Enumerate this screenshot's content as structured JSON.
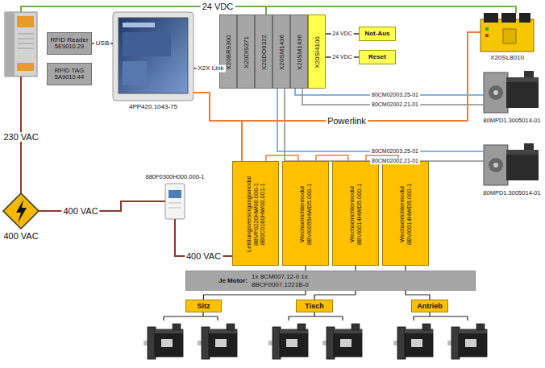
{
  "diagram": {
    "nodes": [
      {
        "text": [
          "RFID Reader",
          "5E9010.29"
        ]
      },
      {
        "text": [
          "RFID TAG",
          "5A9010.44"
        ]
      },
      {
        "text": [
          "4PP420.1043-75"
        ]
      },
      {
        "text": [
          "X20BR9300"
        ]
      },
      {
        "text": [
          "X20DI9371"
        ]
      },
      {
        "text": [
          "X20DO9322"
        ]
      },
      {
        "text": [
          "X20SM1436"
        ]
      },
      {
        "text": [
          "X20SM1436"
        ]
      },
      {
        "text": [
          "X20SI4100"
        ]
      },
      {
        "text": [
          "Not-Aus"
        ]
      },
      {
        "text": [
          "Reset"
        ]
      },
      {
        "text": [
          "X20SL8010"
        ]
      },
      {
        "text": [
          "80MPD1.3005014-01"
        ]
      },
      {
        "text": [
          "80MPD1.3005014-01"
        ]
      },
      {
        "text": [
          "880F0300H000.000-1"
        ]
      },
      {
        "text": [
          "Leistungsversorgungsmodul",
          "8BVP0220HW00.000-1 8B0C0160HW00.001-1"
        ]
      },
      {
        "text": [
          "Wechselrichtermodul",
          "8BVI0055HWD5.000-1"
        ]
      },
      {
        "text": [
          "Wechselrichtermodul",
          "8BVI0014HWD5.000-1"
        ]
      },
      {
        "text": [
          "Wechselrichtermodul",
          "8BVI0014HWD5.000-1"
        ]
      },
      {
        "text": [
          "Je Motor:",
          "1x 8CM007.12-0 1x 8BCF0007.1221B-0"
        ]
      },
      {
        "text": [
          "Sitz"
        ]
      },
      {
        "text": [
          "Tisch"
        ]
      },
      {
        "text": [
          "Antrieb"
        ]
      },
      {
        "text": [
          "400 VAC"
        ]
      }
    ],
    "edges": [
      {
        "from": 0,
        "to": 2,
        "label": "USB",
        "arrow": "none"
      },
      {
        "from": 2,
        "to": 3,
        "label": "X2X Link",
        "arrow": "none"
      },
      {
        "from": 7,
        "to": 12,
        "label": "80CM02003.25-01",
        "arrow": "none"
      },
      {
        "from": 7,
        "to": 12,
        "label": "80CM02002.21-01",
        "arrow": "none"
      },
      {
        "from": 6,
        "to": 13,
        "label": "80CM02003.25-01",
        "arrow": "none"
      },
      {
        "from": 6,
        "to": 13,
        "label": "80CM02002.21-01",
        "arrow": "none"
      },
      {
        "from": 8,
        "to": 9,
        "label": "24 VDC",
        "arrow": "none"
      },
      {
        "from": 8,
        "to": 10,
        "label": "24 VDC",
        "arrow": "none"
      },
      {
        "from": 2,
        "to": 11,
        "label": "Powerlink",
        "arrow": "none"
      },
      {
        "from": 2,
        "to": 15,
        "arrow": "none"
      },
      {
        "from": 23,
        "to": 14,
        "label": "400 VAC",
        "arrow": "none"
      },
      {
        "from": 14,
        "to": 15,
        "label": "400 VAC",
        "arrow": "none"
      },
      {
        "from": 16,
        "to": 20,
        "arrow": "none"
      },
      {
        "from": 17,
        "to": 21,
        "arrow": "none"
      },
      {
        "from": 18,
        "to": 22,
        "arrow": "none"
      }
    ],
    "labels": [
      "24 VDC",
      "230 VAC"
    ]
  }
}
